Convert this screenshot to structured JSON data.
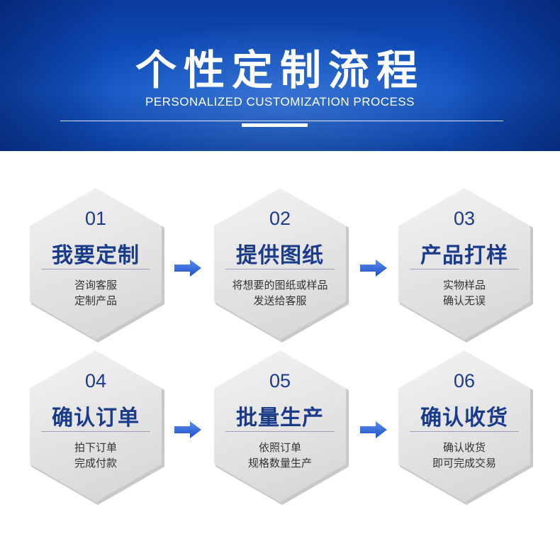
{
  "header": {
    "title": "个性定制流程",
    "subtitle": "PERSONALIZED CUSTOMIZATION PROCESS"
  },
  "steps": [
    {
      "number": "01",
      "name": "我要定制",
      "line1": "咨询客服",
      "line2": "定制产品"
    },
    {
      "number": "02",
      "name": "提供图纸",
      "line1": "将想要的图纸或样品",
      "line2": "发送给客服"
    },
    {
      "number": "03",
      "name": "产品打样",
      "line1": "实物样品",
      "line2": "确认无误"
    },
    {
      "number": "04",
      "name": "确认订单",
      "line1": "拍下订单",
      "line2": "完成付款"
    },
    {
      "number": "05",
      "name": "批量生产",
      "line1": "依照订单",
      "line2": "规格数量生产"
    },
    {
      "number": "06",
      "name": "确认收货",
      "line1": "确认收货",
      "line2": "即可完成交易"
    }
  ],
  "colors": {
    "banner": "#0d4bb8",
    "accent_text": "#1a3a8a",
    "arrow": "#2e63d8"
  },
  "icons": {
    "connector": "arrow-right-icon"
  }
}
